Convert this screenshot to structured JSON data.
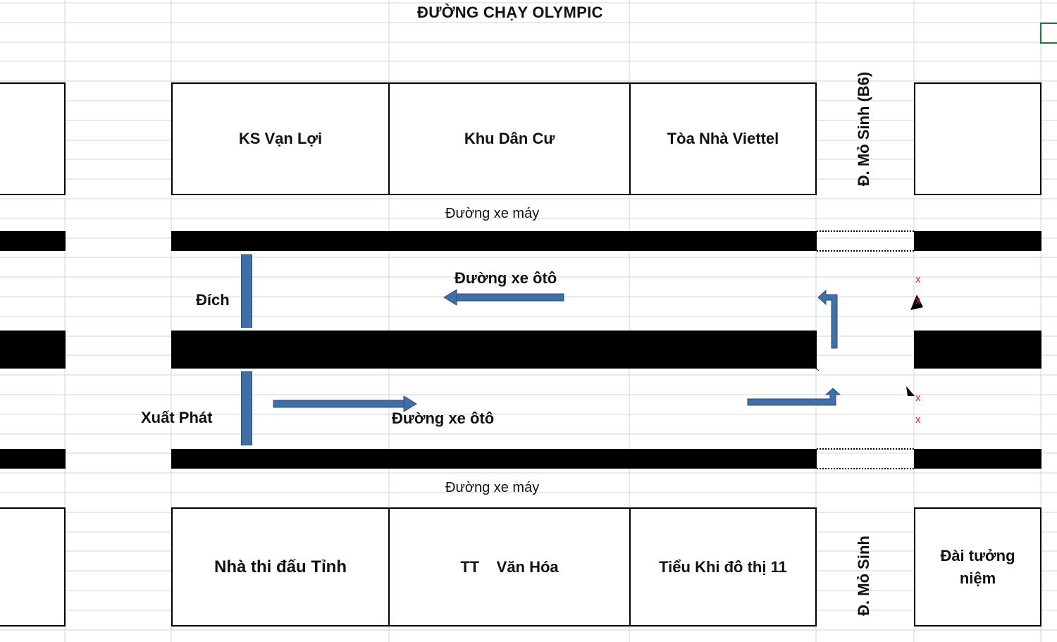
{
  "title": "ĐƯỜNG CHẠY OLYMPIC",
  "buildings_top": {
    "ks_van_loi": "KS Vạn Lợi",
    "khu_dan_cu": "Khu Dân Cư",
    "toa_nha_viettel": "Tòa Nhà Viettel"
  },
  "buildings_bottom": {
    "nha_thi_dau": "Nhà thi đấu Tỉnh",
    "tt_van_hoa": "TT    Văn Hóa",
    "tieu_khi_do_thi": "Tiểu Khi đô thị 11",
    "dai_tuong_niem_line1": "Đài tưởng",
    "dai_tuong_niem_line2": "niệm"
  },
  "streets": {
    "mo_sinh_b6": "Đ. Mỏ Sinh (B6)",
    "mo_sinh": "Đ. Mỏ Sinh"
  },
  "lanes": {
    "xe_may_top": "Đường xe máy",
    "xe_may_bottom": "Đường xe máy",
    "oto_top": "Đường xe ôtô",
    "oto_bottom": "Đường xe ôtô"
  },
  "markers": {
    "finish": "Đích",
    "start": "Xuất Phát",
    "x": "x"
  },
  "colors": {
    "arrow_blue": "#3f6fa8",
    "road_black": "#000000",
    "marker_red": "#e02020",
    "selection_green": "#1f7a3a",
    "gridline": "#d4d4d4"
  }
}
